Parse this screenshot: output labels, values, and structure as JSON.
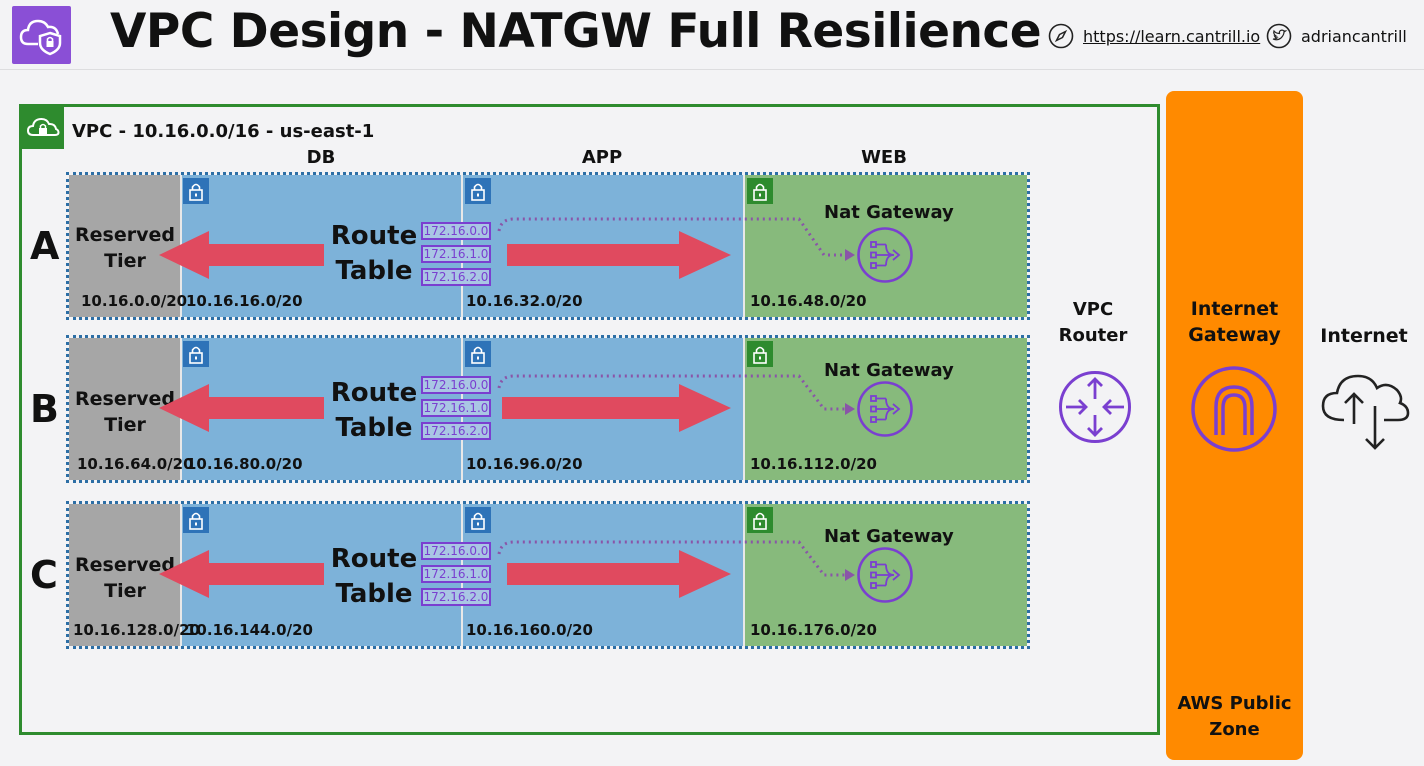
{
  "header": {
    "title": "VPC Design - NATGW Full Resilience",
    "website": "https://learn.cantrill.io",
    "twitter": "adriancantrill"
  },
  "vpc": {
    "label": "VPC - 10.16.0.0/16 - us-east-1"
  },
  "columns": {
    "db": "DB",
    "app": "APP",
    "web": "WEB"
  },
  "labels": {
    "reserved_line1": "Reserved",
    "reserved_line2": "Tier",
    "route_line1": "Route",
    "route_line2": "Table",
    "nat": "Nat Gateway"
  },
  "route_entries": [
    "172.16.0.0",
    "172.16.1.0",
    "172.16.2.0"
  ],
  "rows": [
    {
      "letter": "A",
      "reserved_cidr": "10.16.0.0/20",
      "db_cidr": "10.16.16.0/20",
      "app_cidr": "10.16.32.0/20",
      "web_cidr": "10.16.48.0/20"
    },
    {
      "letter": "B",
      "reserved_cidr": "10.16.64.0/20",
      "db_cidr": "10.16.80.0/20",
      "app_cidr": "10.16.96.0/20",
      "web_cidr": "10.16.112.0/20"
    },
    {
      "letter": "C",
      "reserved_cidr": "10.16.128.0/20",
      "db_cidr": "10.16.144.0/20",
      "app_cidr": "10.16.160.0/20",
      "web_cidr": "10.16.176.0/20"
    }
  ],
  "router": {
    "line1": "VPC",
    "line2": "Router"
  },
  "igw": {
    "line1": "Internet",
    "line2": "Gateway"
  },
  "public_zone": {
    "line1": "AWS Public",
    "line2": "Zone"
  },
  "internet": {
    "label": "Internet"
  },
  "colors": {
    "vpc_border": "#2e8b2e",
    "subnet_blue": "#7db2d9",
    "subnet_green": "#87ba7c",
    "subnet_reserved": "#a6a6a6",
    "arrow": "#e04a5f",
    "route_purple": "#7a3fd0",
    "igw_orange": "#ff8a00"
  }
}
